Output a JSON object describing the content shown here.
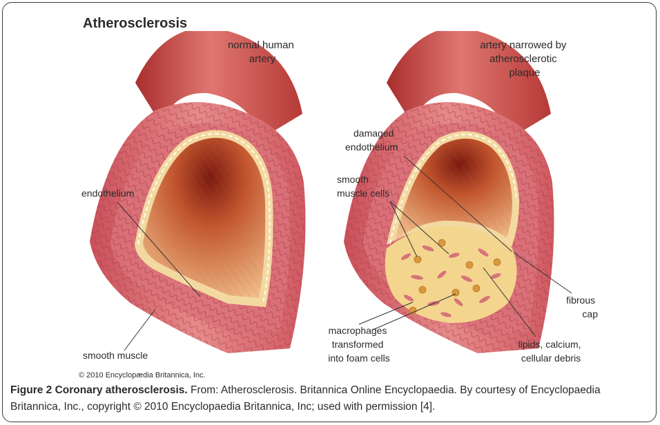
{
  "figure": {
    "title": "Atherosclerosis",
    "copyright": "© 2010 Encyclopædia Britannica, Inc.",
    "left_artery": {
      "heading": [
        "normal human",
        "artery"
      ],
      "labels": {
        "endothelium": "endothelium",
        "smooth_muscle": "smooth muscle"
      }
    },
    "right_artery": {
      "heading": [
        "artery narrowed by",
        "atherosclerotic",
        "plaque"
      ],
      "labels": {
        "damaged_endothelium": [
          "damaged",
          "endothelium"
        ],
        "smooth_muscle_cells": [
          "smooth",
          "muscle cells"
        ],
        "fibrous_cap": [
          "fibrous",
          "cap"
        ],
        "macrophages": [
          "macrophages",
          "transformed",
          "into foam cells"
        ],
        "lipids": [
          "lipids, calcium,",
          "cellular debris"
        ]
      }
    }
  },
  "caption": {
    "bold": "Figure 2 Coronary atherosclerosis.",
    "text": " From: Atherosclerosis. Britannica Online Encyclopaedia. By courtesy of Encyclopaedia Britannica, Inc., copyright © 2010 Encyclopaedia Britannica, Inc; used with permission [4]."
  },
  "colors": {
    "artery_outer": "#c9443f",
    "artery_wall": "#d7686a",
    "lumen": "#b5432f",
    "endothelium": "#f3d9a0",
    "plaque": "#f4d58e"
  }
}
